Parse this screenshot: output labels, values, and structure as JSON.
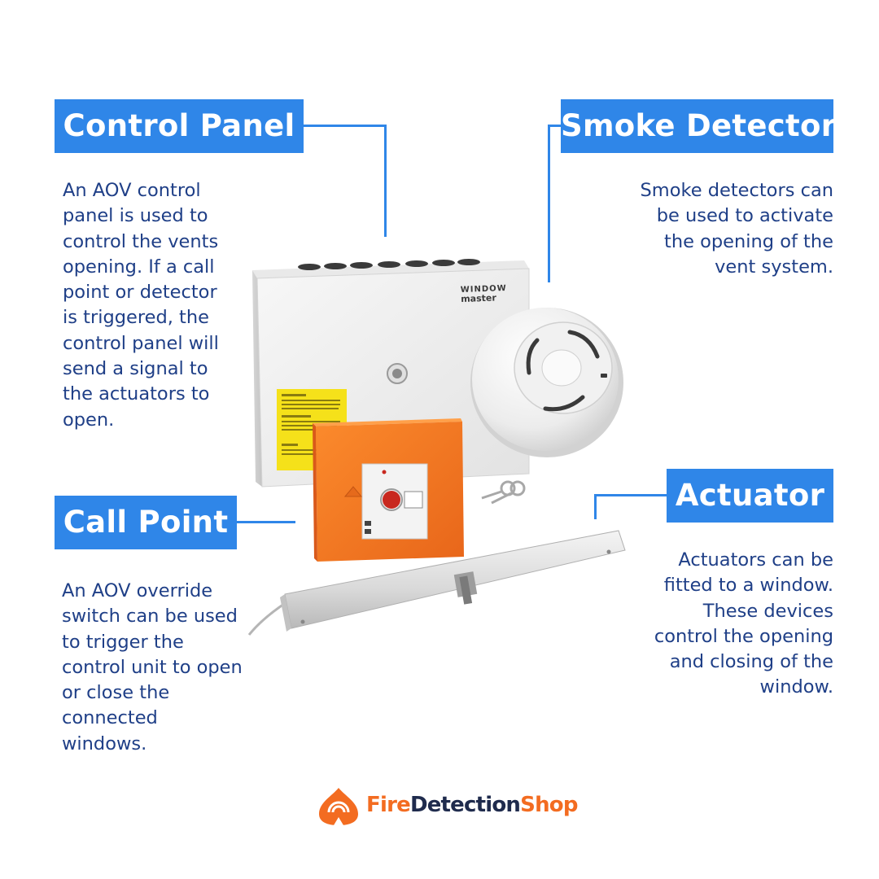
{
  "control_panel": {
    "title": "Control Panel",
    "description_lines": [
      "An AOV control",
      "panel is used to",
      "control the vents",
      "opening. If a call",
      "point or detector",
      "is triggered, the",
      "control panel will",
      "send a signal to",
      "the actuators to",
      "open."
    ]
  },
  "smoke_detector": {
    "title": "Smoke Detector",
    "description_lines": [
      "Smoke detectors can",
      "be used to activate",
      "the opening of the",
      "vent system."
    ]
  },
  "call_point": {
    "title": "Call Point",
    "description_lines": [
      "An AOV override",
      "switch can be used",
      "to trigger the",
      "control unit to open",
      "or close the",
      "connected",
      "windows."
    ]
  },
  "actuator": {
    "title": "Actuator",
    "description_lines": [
      "Actuators can be",
      "fitted to a window.",
      "These devices",
      "control the opening",
      "and closing of the",
      "window."
    ]
  },
  "product_brand": {
    "line1": "WINDOW",
    "line2": "master"
  },
  "logo": {
    "part1": "Fire",
    "part2": "Detection",
    "part3": "Shop"
  },
  "colors": {
    "accent_blue": "#2f86e8",
    "text_navy": "#1f3f87",
    "call_point_orange": "#f47c20",
    "logo_orange": "#f36c21"
  }
}
